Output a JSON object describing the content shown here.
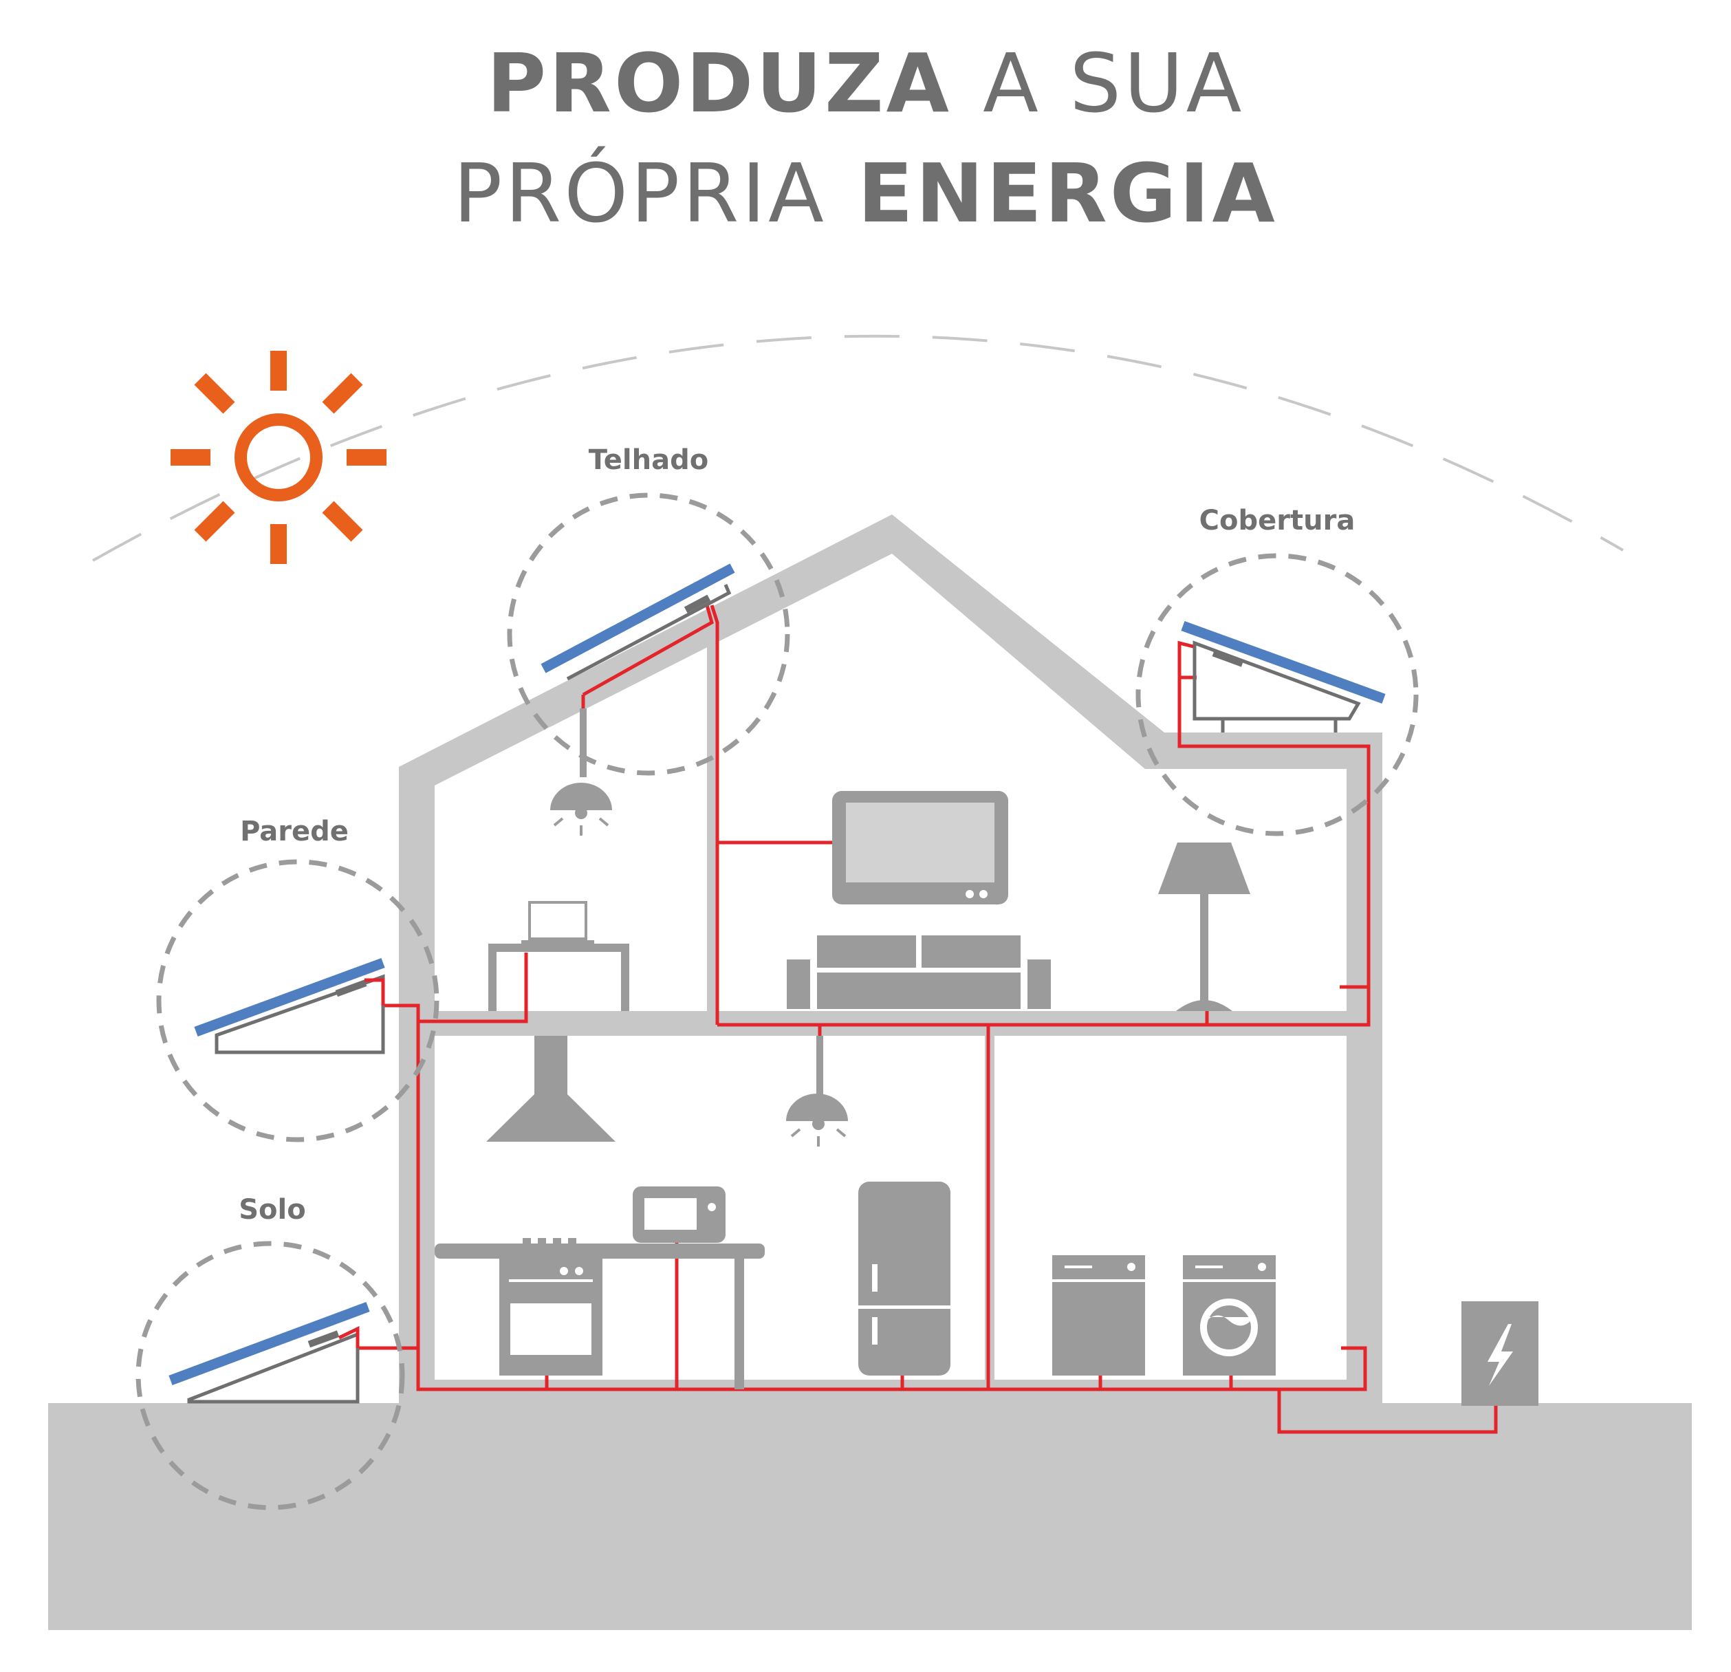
{
  "title": {
    "line1_bold": "PRODUZA",
    "line1_light": "A SUA",
    "line2_light": "PRÓPRIA",
    "line2_bold": "ENERGIA"
  },
  "labels": {
    "roof": "Telhado",
    "terrace": "Cobertura",
    "wall": "Parede",
    "ground": "Solo"
  },
  "colors": {
    "sun": "#e8601c",
    "panel": "#4f7fc1",
    "wire": "#e3242b",
    "structure": "#c7c7c7",
    "appliance": "#9b9b9b",
    "text": "#707070"
  },
  "icons": [
    "sun-icon",
    "lightning-icon",
    "ceiling-lamp-icon",
    "floor-lamp-icon",
    "tv-icon",
    "sofa-icon",
    "laptop-icon",
    "range-hood-icon",
    "microwave-icon",
    "stove-icon",
    "fridge-icon",
    "dishwasher-icon",
    "washing-machine-icon",
    "solar-panel-icon"
  ]
}
